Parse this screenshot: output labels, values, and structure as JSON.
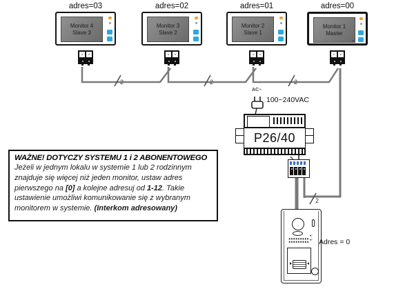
{
  "monitors": [
    {
      "adres": "adres=03",
      "line1": "Monitor 4",
      "line2": "Slave 3"
    },
    {
      "adres": "adres=02",
      "line1": "Monitor 3",
      "line2": "Slave 2"
    },
    {
      "adres": "adres=01",
      "line1": "Monitor 2",
      "line2": "Slave 1"
    },
    {
      "adres": "adres=00",
      "line1": "Monitor 1",
      "line2": "Master"
    }
  ],
  "power": {
    "ac_label": "AC~",
    "voltage": "100~240VAC",
    "model": "P26/40"
  },
  "door_station": {
    "address_label": "Adres = 0"
  },
  "wiring": {
    "core_count": "2"
  },
  "notice": {
    "title": "WAŻNE! DOTYCZY SYSTEMU 1 i 2 ABONENTOWEGO",
    "body_segments": [
      {
        "t": "Jeżeli w jednym lokalu w systemie 1 lub 2 rodzinnym znajduje się więcej niż jeden monitor, ustaw adres pierwszego na "
      },
      {
        "t": "[0]"
      },
      {
        "t": " a kolejne adresuj od "
      },
      {
        "t": "1-12"
      },
      {
        "t": ". Takie ustawienie umożliwi komunikowanie się z wybranym monitorem w systemie. "
      },
      {
        "t": "(Interkom adresowany)"
      }
    ]
  },
  "colors": {
    "wire_gray": "#7a7a7a",
    "accent_blue": "#2ba9e0",
    "led_orange": "#f0a02c",
    "screen_gray": "#787878",
    "terminal_label_blue": "#3a6fc4"
  }
}
